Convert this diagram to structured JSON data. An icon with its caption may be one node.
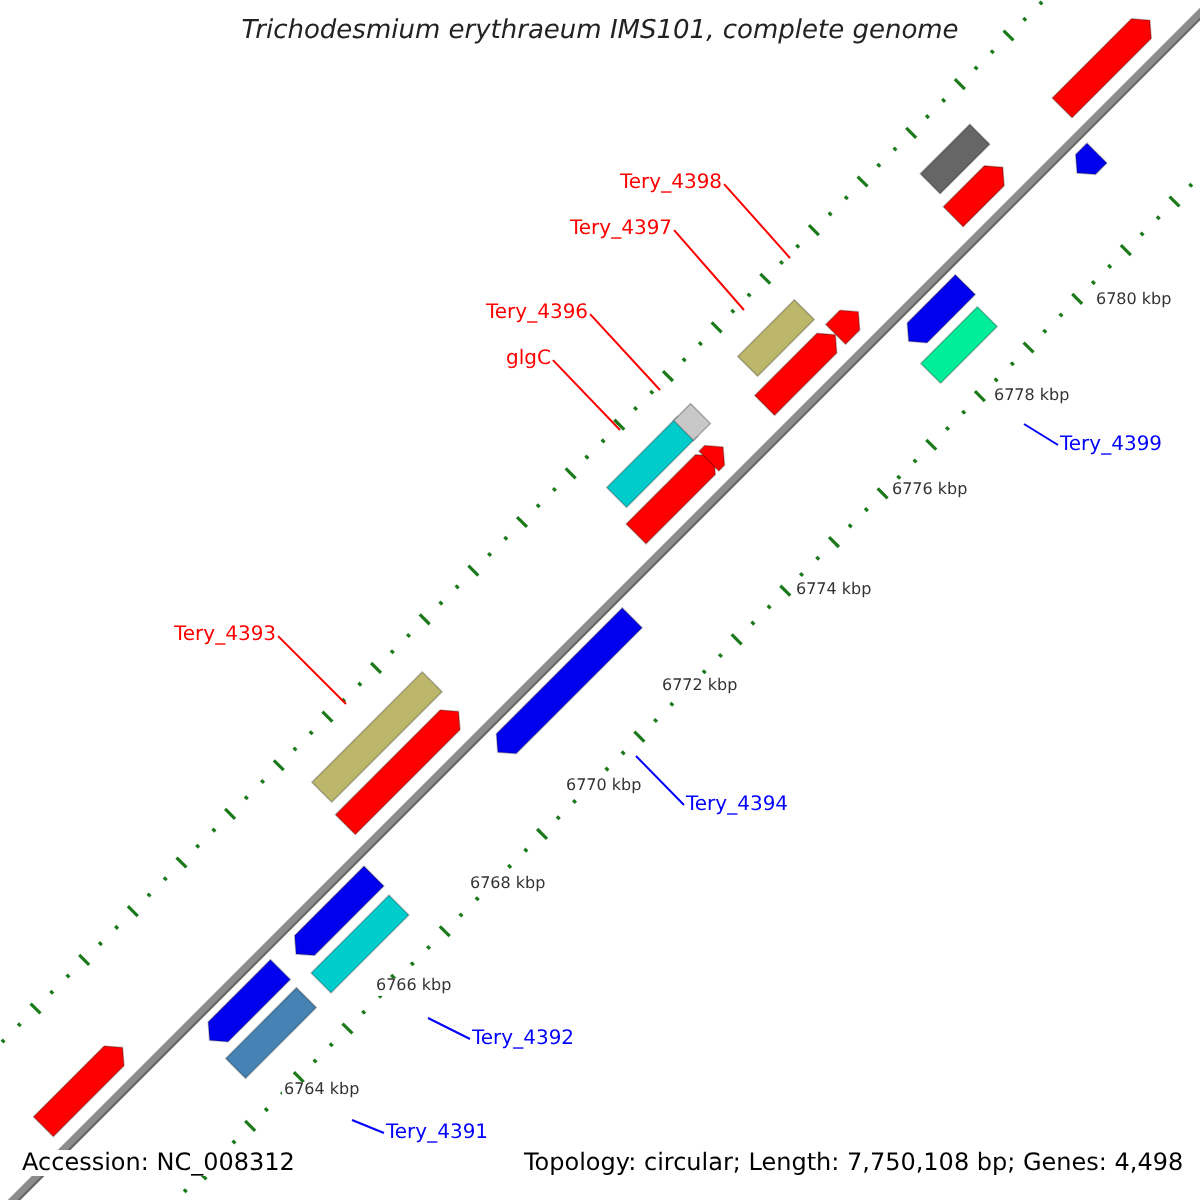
{
  "diagram": {
    "title": "Trichodesmium erythraeum IMS101, complete genome",
    "nodes": [
      {
        "text": [
          "Tery_4398"
        ]
      },
      {
        "text": [
          "Tery_4397"
        ]
      },
      {
        "text": [
          "Tery_4396"
        ]
      },
      {
        "text": [
          "glgC"
        ]
      },
      {
        "text": [
          "Tery_4393"
        ]
      },
      {
        "text": [
          "Tery_4399"
        ]
      },
      {
        "text": [
          "Tery_4394"
        ]
      },
      {
        "text": [
          "Tery_4392"
        ]
      },
      {
        "text": [
          "Tery_4391"
        ]
      }
    ],
    "edges": [
      {
        "from": 0,
        "to": null,
        "arrow": "none"
      },
      {
        "from": 1,
        "to": null,
        "arrow": "none"
      },
      {
        "from": 2,
        "to": null,
        "arrow": "none"
      },
      {
        "from": 3,
        "to": null,
        "arrow": "none"
      },
      {
        "from": 4,
        "to": null,
        "arrow": "none"
      },
      {
        "from": 5,
        "to": null,
        "arrow": "none",
        "color": "#0000ff"
      },
      {
        "from": 6,
        "to": null,
        "arrow": "none",
        "color": "#0000ff"
      },
      {
        "from": 7,
        "to": null,
        "arrow": "none",
        "color": "#0000ff"
      },
      {
        "from": 8,
        "to": null,
        "arrow": "none",
        "color": "#0000ff"
      }
    ],
    "labels": [
      "6780 kbp",
      "6778 kbp",
      "6776 kbp",
      "6774 kbp",
      "6772 kbp",
      "6770 kbp",
      "6768 kbp",
      "6766 kbp",
      "6764 kbp",
      "Accession: NC_008312",
      "Topology: circular; Length: 7,750,108 bp; Genes: 4,498"
    ]
  }
}
